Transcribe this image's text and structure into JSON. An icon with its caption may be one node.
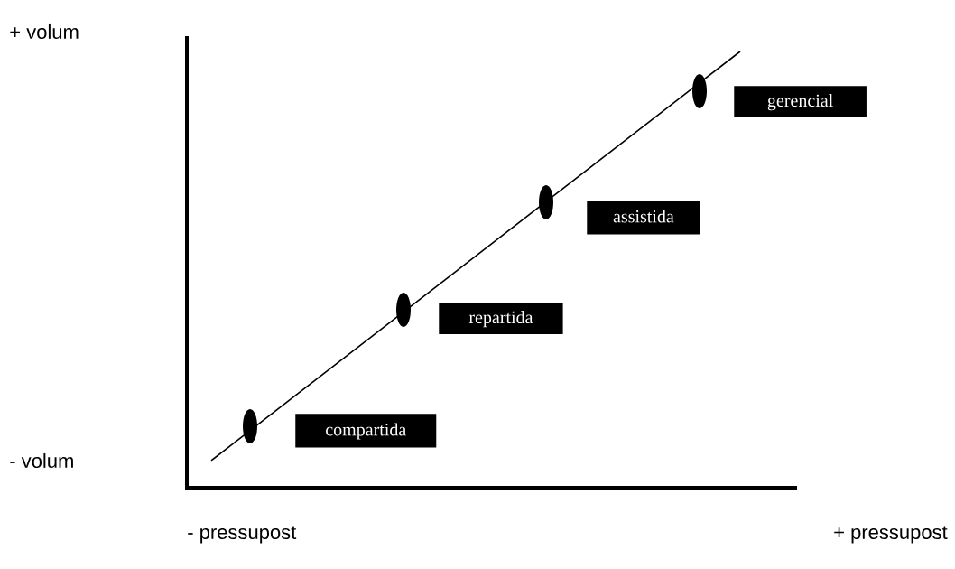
{
  "diagram": {
    "nodes": [
      {
        "text": [
          "compartida"
        ]
      },
      {
        "text": [
          "repartida"
        ]
      },
      {
        "text": [
          "assistida"
        ]
      },
      {
        "text": [
          "gerencial"
        ]
      }
    ],
    "labels": [
      "+ volum",
      "- volum",
      "- pressupost",
      "+ pressupost"
    ]
  }
}
